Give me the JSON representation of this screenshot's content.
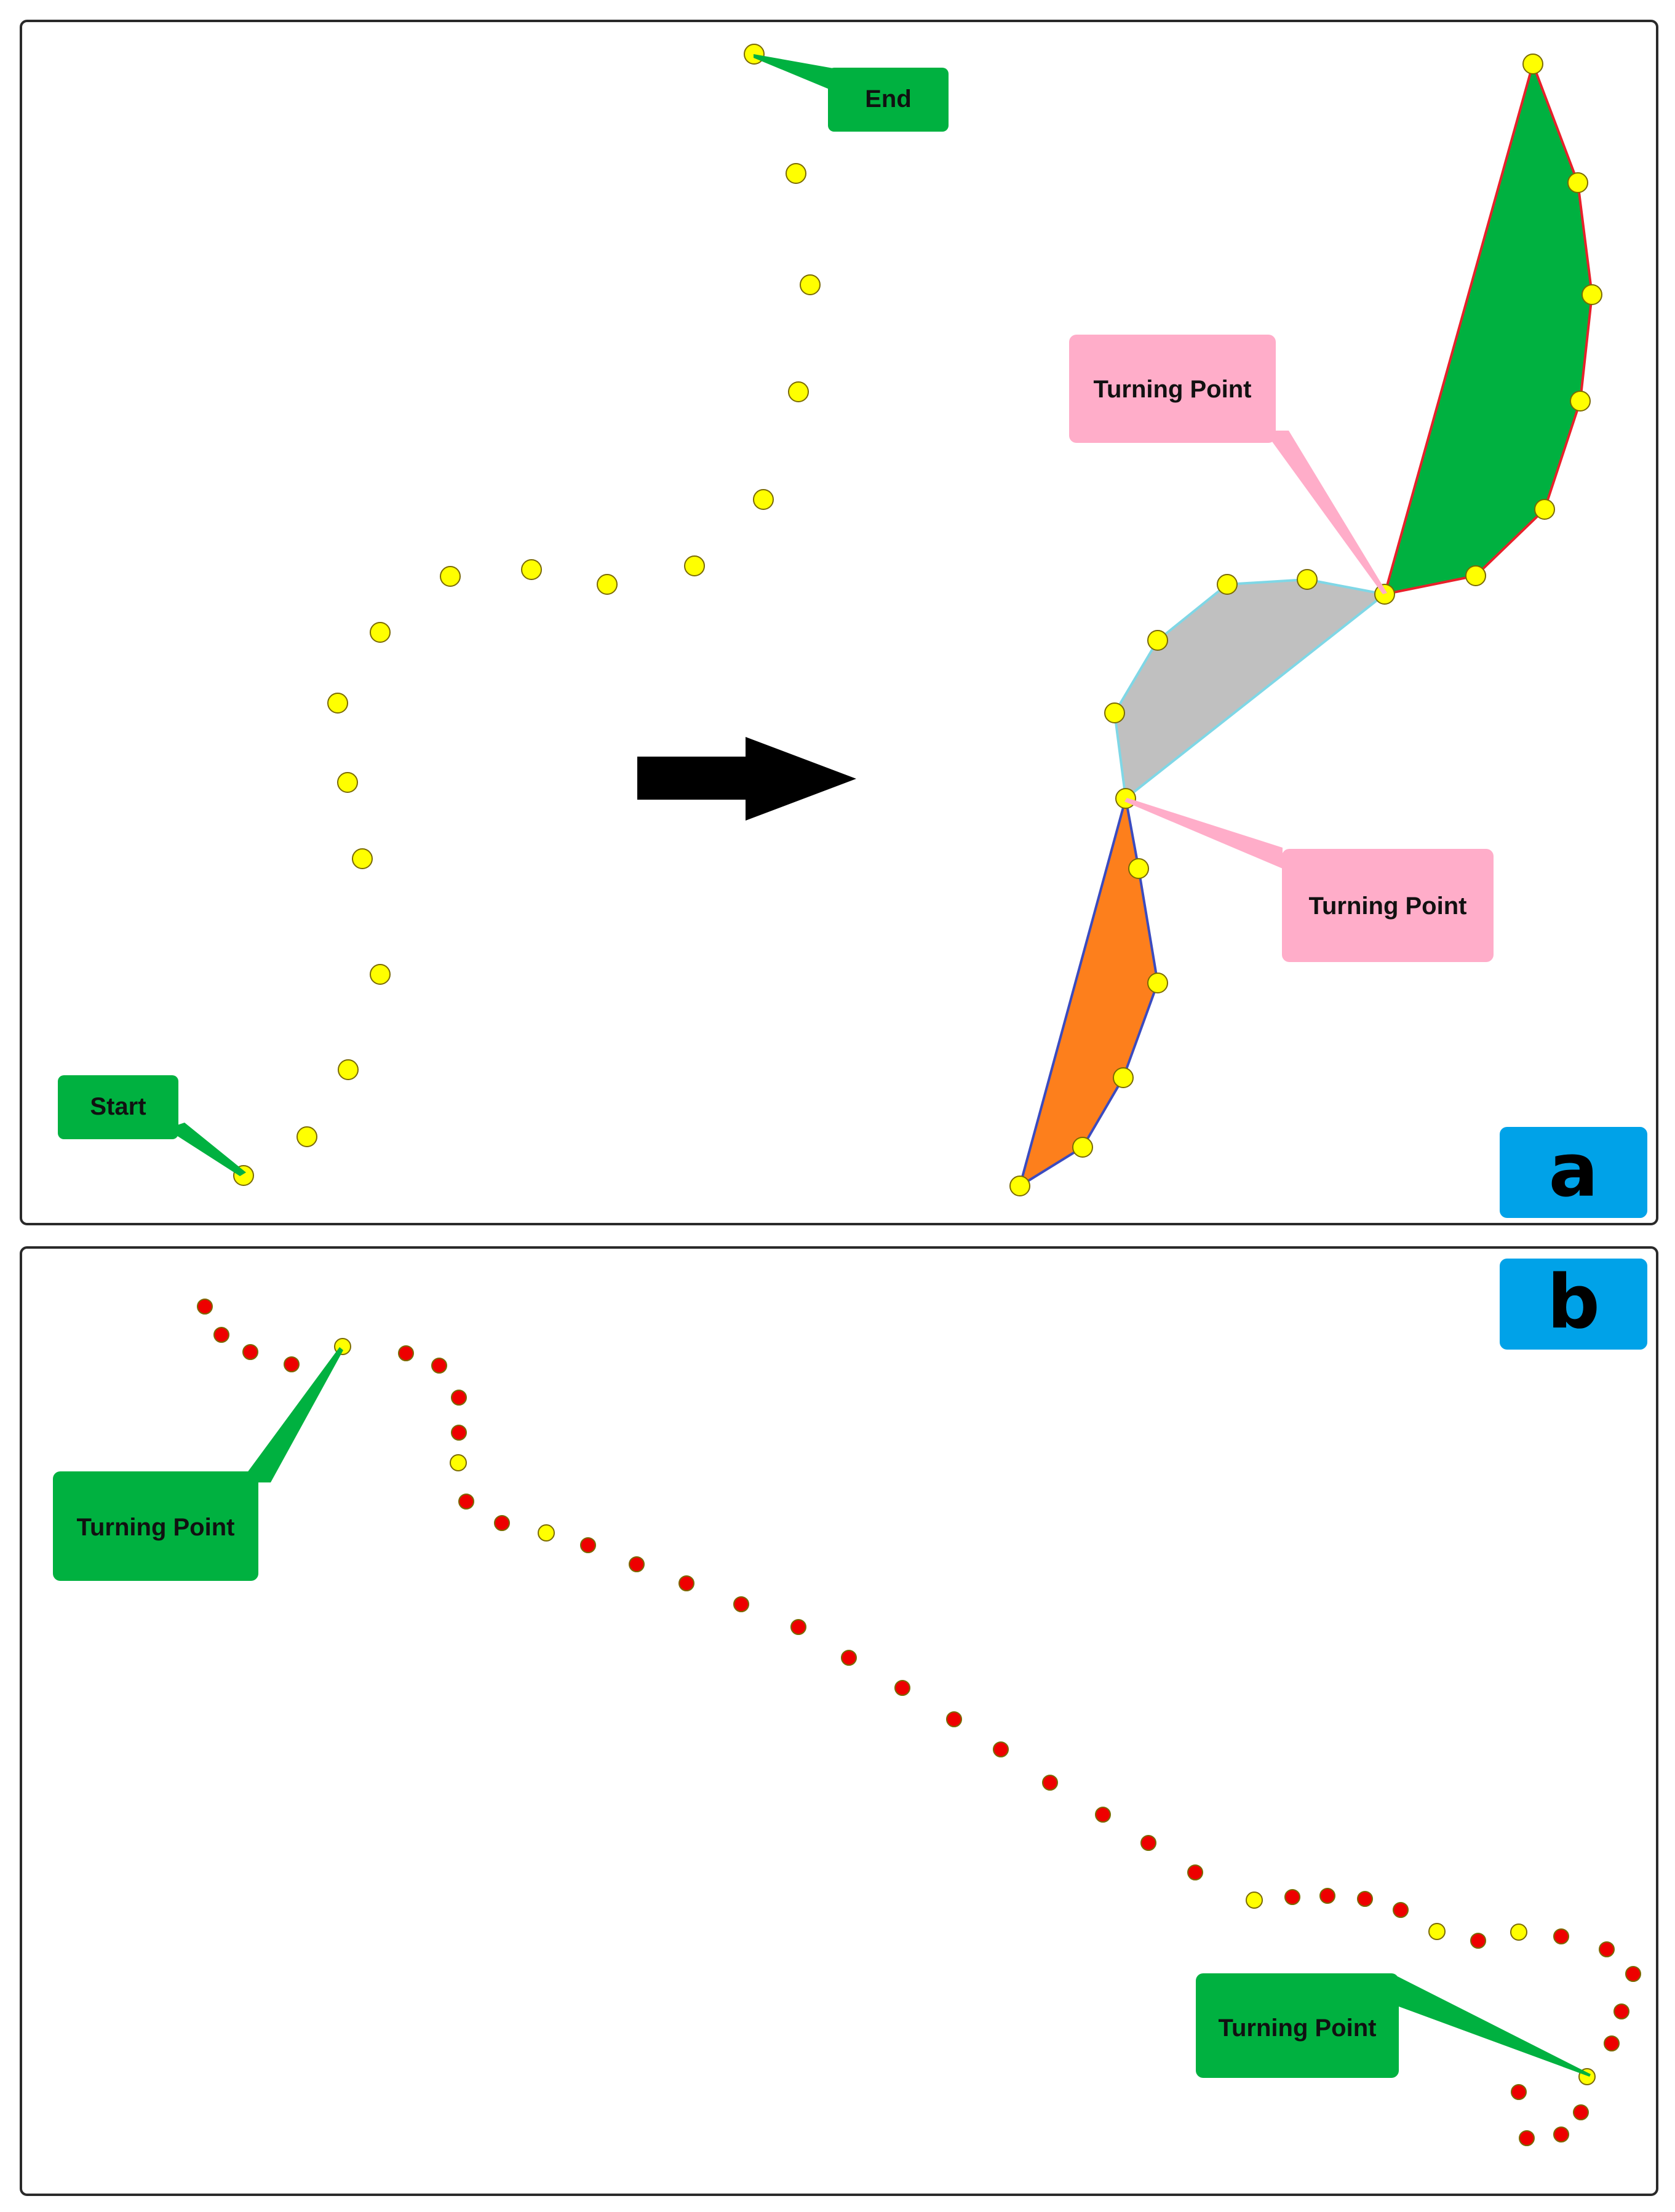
{
  "panel_a": {
    "letter": "a",
    "labels": {
      "start": "Start",
      "end": "End",
      "turning_point_1": "Turning Point",
      "turning_point_2": "Turning Point"
    }
  },
  "panel_b": {
    "letter": "b",
    "labels": {
      "turning_point_1": "Turning Point",
      "turning_point_2": "Turning Point"
    }
  },
  "colors": {
    "point_yellow": "#ffff00",
    "point_red": "#ee0000",
    "callout_green": "#00b140",
    "callout_pink": "#ffadc9",
    "panel_tag_blue": "#00a2e8",
    "segment_green": "#00b140",
    "segment_gray": "#c0c0c0",
    "segment_orange": "#fd7f1c",
    "arrow": "#000000"
  }
}
